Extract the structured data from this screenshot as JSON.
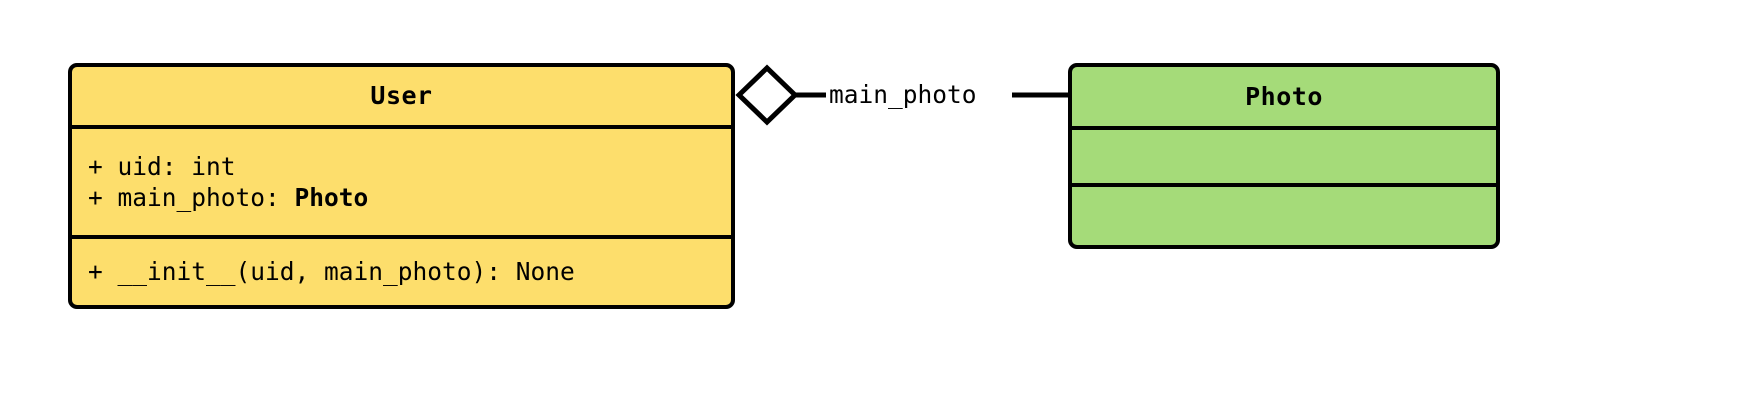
{
  "diagram": {
    "type": "uml-class-diagram",
    "background_color": "#ffffff",
    "line_color": "#000000",
    "classes": [
      {
        "id": "user",
        "name": "User",
        "fill_color": "#fdde6c",
        "attributes": [
          {
            "text": "+ uid: int",
            "prefix": "+ uid: ",
            "type": "int",
            "type_bold": false
          },
          {
            "text": "+ main_photo: Photo",
            "prefix": "+ main_photo: ",
            "type": "Photo",
            "type_bold": true
          }
        ],
        "methods": [
          {
            "text": "+ __init__(uid, main_photo): None"
          }
        ]
      },
      {
        "id": "photo",
        "name": "Photo",
        "fill_color": "#a5db79",
        "attributes": [],
        "methods": []
      }
    ],
    "relationships": [
      {
        "id": "user-main-photo",
        "kind": "aggregation",
        "source": "User",
        "target": "Photo",
        "label": "main_photo",
        "diamond_fill": "#ffffff",
        "diamond_stroke": "#000000"
      }
    ]
  }
}
